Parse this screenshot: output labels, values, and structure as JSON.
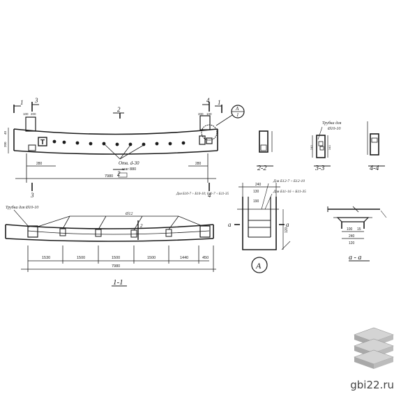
{
  "drawing": {
    "elevation": {
      "section_marks": [
        "1",
        "3",
        "2",
        "4",
        "1"
      ],
      "callout": "А",
      "callout_sub": "1",
      "hole_note": "Отв. d-30",
      "hole_pitch": "шаг 880",
      "dim_left": "280",
      "dim_right": "280",
      "length": "7980",
      "top_dims": [
        "100",
        "200"
      ],
      "top_dims_right": [
        "200",
        "100"
      ],
      "height_dims": [
        "40",
        "200"
      ]
    },
    "plan": {
      "section_title": "1-1",
      "note": "Трубка для Ø10-10",
      "span_dims": [
        "1530",
        "1500",
        "1500",
        "1500",
        "1440",
        "450"
      ],
      "length": "7980",
      "bar_note": "Ø12"
    },
    "sections": {
      "s22": "2-2",
      "s33": "3-3",
      "s44": "4-4",
      "s33_note": "Трубка для",
      "s33_note2": "Ø10-10",
      "s33_dims": [
        "240",
        "80",
        "340"
      ]
    },
    "detail": {
      "title": "А",
      "dims_top": [
        "240",
        "130",
        "190"
      ],
      "note1": "Для Б12-7 ÷ Б12-10",
      "note2": "Для Б11-16 ÷ Б11-35",
      "note3": "Для Б10-7 ÷ Б10-10; Б11-7 ÷ Б11-35",
      "marks": [
        "а",
        "а"
      ],
      "height": "120"
    },
    "section_aa": {
      "title": "а - а",
      "dims": [
        "100",
        "15",
        "240",
        "120"
      ]
    }
  },
  "watermark": "gbi22.ru"
}
